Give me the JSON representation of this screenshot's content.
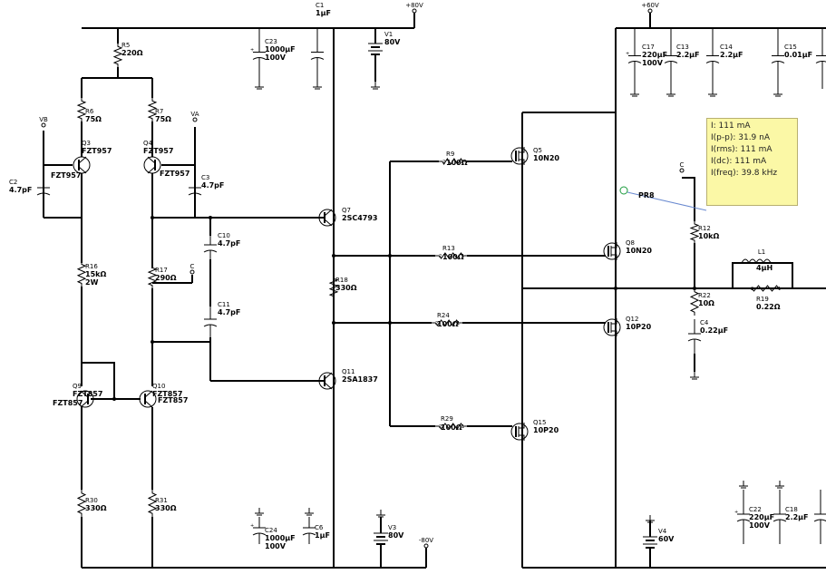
{
  "rails": {
    "pos": "+80V",
    "neg": "-80V",
    "pos2": "+60V"
  },
  "caps": [
    {
      "id": "C1",
      "val": "1µF"
    },
    {
      "id": "C23",
      "val": "1000µF",
      "v": "100V"
    },
    {
      "id": "C2",
      "val": "4.7pF"
    },
    {
      "id": "C3",
      "val": "4.7pF"
    },
    {
      "id": "C10",
      "val": "4.7pF"
    },
    {
      "id": "C11",
      "val": "4.7pF"
    },
    {
      "id": "C24",
      "val": "1000µF",
      "v": "100V"
    },
    {
      "id": "C6",
      "val": "1µF"
    },
    {
      "id": "C17",
      "val": "220µF",
      "v": "100V"
    },
    {
      "id": "C13",
      "val": "2.2µF"
    },
    {
      "id": "C14",
      "val": "2.2µF"
    },
    {
      "id": "C15",
      "val": "0.01µF"
    },
    {
      "id": "C4",
      "val": "0.22µF"
    },
    {
      "id": "C22",
      "val": "220µF",
      "v": "100V"
    },
    {
      "id": "C18",
      "val": "2.2µF"
    }
  ],
  "resistors": [
    {
      "id": "R5",
      "val": "220Ω"
    },
    {
      "id": "R6",
      "val": "75Ω"
    },
    {
      "id": "R7",
      "val": "75Ω"
    },
    {
      "id": "R16",
      "val": "15kΩ",
      "extra": "2W"
    },
    {
      "id": "R17",
      "val": "290Ω"
    },
    {
      "id": "R30",
      "val": "330Ω"
    },
    {
      "id": "R31",
      "val": "330Ω"
    },
    {
      "id": "R18",
      "val": "330Ω"
    },
    {
      "id": "R9",
      "val": "100Ω"
    },
    {
      "id": "R13",
      "val": "100Ω"
    },
    {
      "id": "R24",
      "val": "100Ω"
    },
    {
      "id": "R29",
      "val": "100Ω"
    },
    {
      "id": "R12",
      "val": "10kΩ"
    },
    {
      "id": "R22",
      "val": "10Ω"
    },
    {
      "id": "R19",
      "val": "0.22Ω"
    }
  ],
  "transistors": [
    {
      "id": "Q3",
      "part": "FZT957"
    },
    {
      "id": "Q4",
      "part": "FZT957"
    },
    {
      "id": "Q9",
      "part": "FZT857"
    },
    {
      "id": "Q10",
      "part": "FZT857"
    },
    {
      "id": "Q7",
      "part": "2SC4793"
    },
    {
      "id": "Q11",
      "part": "2SA1837"
    },
    {
      "id": "Q5",
      "part": "10N20"
    },
    {
      "id": "Q8",
      "part": "10N20"
    },
    {
      "id": "Q12",
      "part": "10P20"
    },
    {
      "id": "Q15",
      "part": "10P20"
    }
  ],
  "sources": [
    {
      "id": "V1",
      "val": "80V"
    },
    {
      "id": "V3",
      "val": "80V"
    },
    {
      "id": "V4",
      "val": "60V"
    }
  ],
  "inductor": {
    "id": "L1",
    "val": "4µH"
  },
  "nodes": {
    "vb": "VB",
    "va": "VA",
    "c1": "C",
    "c2": "C"
  },
  "probe": {
    "name": "PR8",
    "lines": [
      "I: 111 mA",
      "I(p-p): 31.9 nA",
      "I(rms): 111 mA",
      "I(dc): 111 mA",
      "I(freq): 39.8 kHz"
    ]
  }
}
